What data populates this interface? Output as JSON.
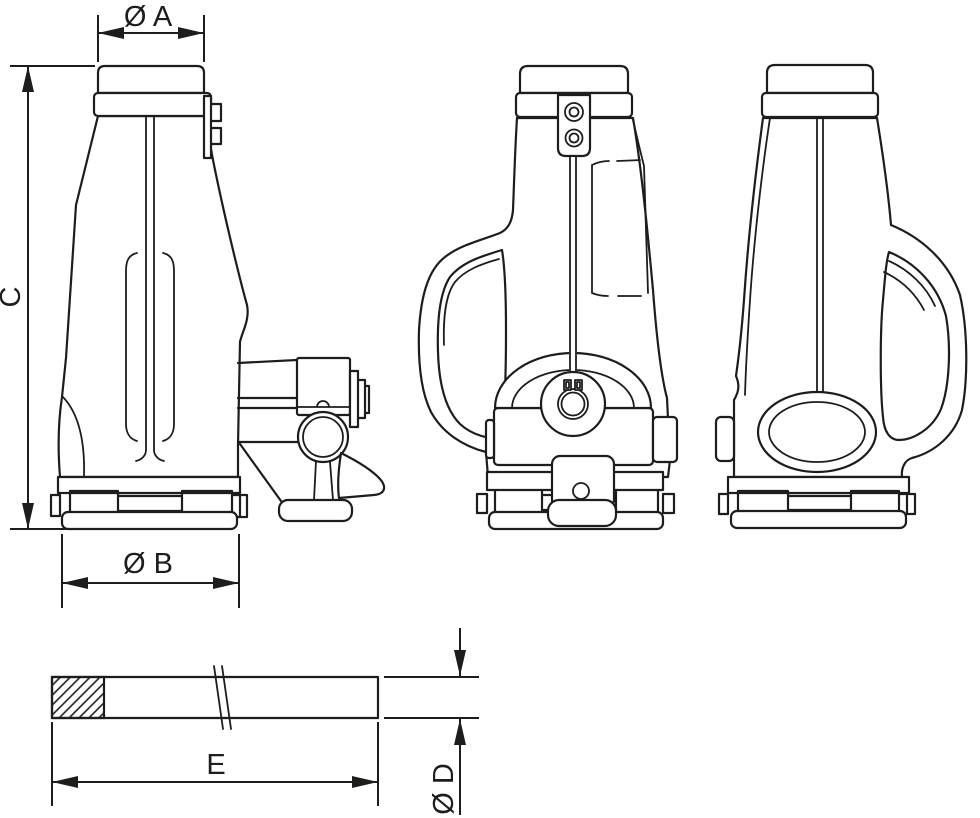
{
  "colors": {
    "line": "#1d1d1b",
    "background": "#ffffff"
  },
  "dimensions": {
    "top_diameter_label": "Ø A",
    "height_label": "C",
    "base_diameter_label": "Ø B",
    "handle_length_label": "E",
    "handle_diameter_label": "Ø D"
  }
}
